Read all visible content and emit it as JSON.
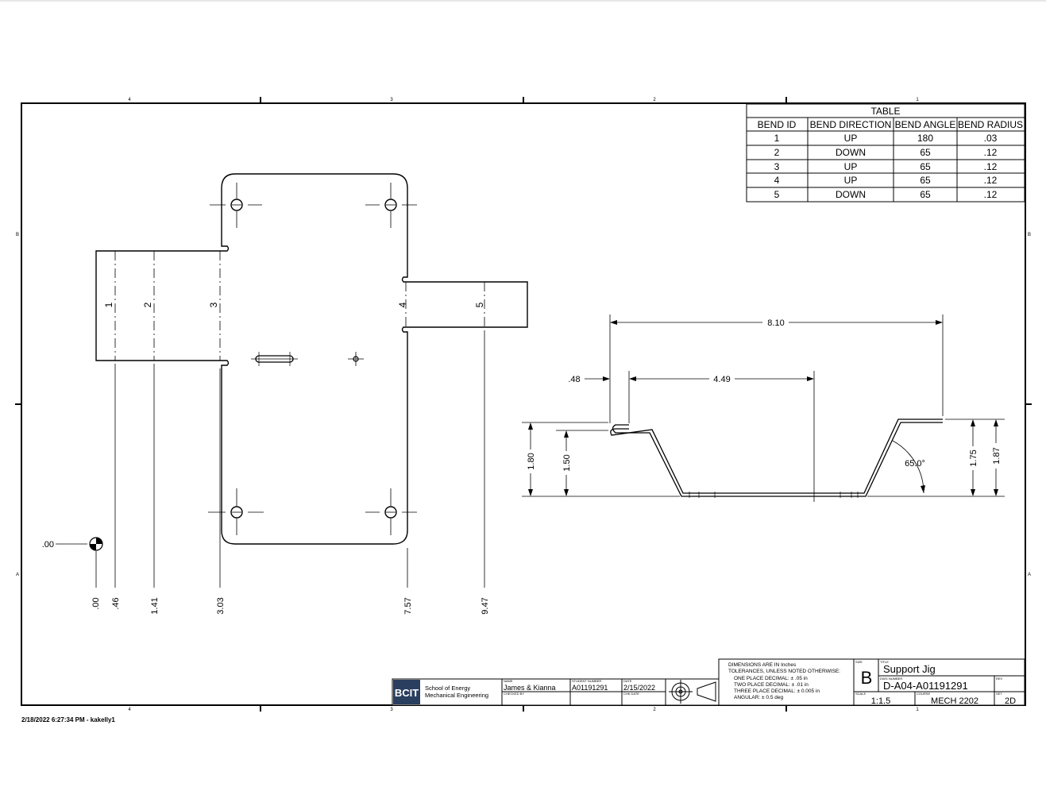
{
  "bend_table": {
    "title": "TABLE",
    "headers": [
      "BEND ID",
      "BEND DIRECTION",
      "BEND ANGLE",
      "BEND RADIUS"
    ],
    "rows": [
      [
        "1",
        "UP",
        "180",
        ".03"
      ],
      [
        "2",
        "DOWN",
        "65",
        ".12"
      ],
      [
        "3",
        "UP",
        "65",
        ".12"
      ],
      [
        "4",
        "UP",
        "65",
        ".12"
      ],
      [
        "5",
        "DOWN",
        "65",
        ".12"
      ]
    ]
  },
  "border_zones": {
    "columns": [
      "4",
      "3",
      "2",
      "1"
    ],
    "rows": [
      "B",
      "A"
    ]
  },
  "flat_pattern": {
    "bend_labels": [
      "1",
      "2",
      "3",
      "4",
      "5"
    ],
    "origin_label": ".00",
    "ordinates": [
      ".00",
      ".46",
      "1.41",
      "3.03",
      "7.57",
      "9.47"
    ]
  },
  "side_view": {
    "dims": {
      "overall": "8.10",
      "hem": ".48",
      "inner": "4.49",
      "h1": "1.80",
      "h2": "1.50",
      "h3": "1.75",
      "h4": "1.87",
      "angle": "65.0°"
    }
  },
  "title_block": {
    "logo": "BCIT",
    "school_line1": "School of Energy",
    "school_line2": "Mechanical Engineering",
    "name_label": "NAME",
    "name_value": "James & Kianna",
    "checked_label": "CHECKED BY",
    "student_label": "STUDENT NUMBER",
    "student_value": "A01191291",
    "date_label": "DATE",
    "date_value": "2/15/2022",
    "chk_date_label": "CHK DATE",
    "notes": [
      "DIMENSIONS ARE IN Inches",
      "TOLERANCES, UNLESS NOTED OTHERWISE:",
      "ONE PLACE DECIMAL:  ± .05 in",
      "TWO PLACE DECIMAL:  ± .01 in",
      "THREE PLACE DECIMAL:  ± 0.005 in",
      "ANGULAR: ± 0.5 deg"
    ],
    "size_label": "SIZE",
    "size_value": "B",
    "title_label": "TITLE",
    "title_value": "Support Jig",
    "dwg_label": "DWG NUMBER",
    "dwg_value": "D-A04-A01191291",
    "rev_label": "REV",
    "scale_label": "SCALE",
    "scale_value": "1:1.5",
    "course_label": "COURSE",
    "course_value": "MECH 2202",
    "set_label": "SET",
    "set_value": "2D"
  },
  "footer": {
    "timestamp": "2/18/2022  6:27:34 PM - kakelly1"
  }
}
